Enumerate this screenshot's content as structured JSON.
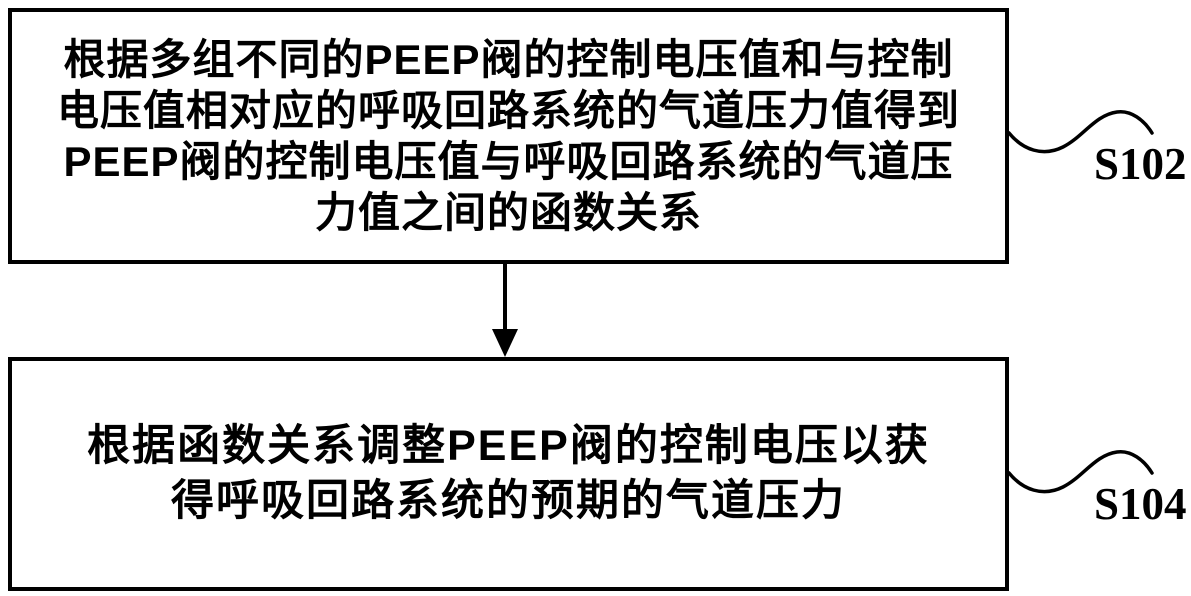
{
  "figure": {
    "type": "flowchart",
    "colors": {
      "background": "#ffffff",
      "stroke": "#000000",
      "text": "#000000"
    },
    "steps": [
      {
        "label": "S102",
        "full_text": "根据多组不同的PEEP阀的控制电压值和与控制电压值相对应的呼吸回路系统的气道压力值得到PEEP阀的控制电压值与呼吸回路系统的气道压力值之间的函数关系",
        "lines": [
          "根据多组不同的PEEP阀的控制电压值和与控制",
          "电压值相对应的呼吸回路系统的气道压力值得到",
          "PEEP阀的控制电压值与呼吸回路系统的气道压",
          "力值之间的函数关系"
        ]
      },
      {
        "label": "S104",
        "full_text": "根据函数关系调整PEEP阀的控制电压以获得呼吸回路系统的预期的气道压力",
        "lines": [
          "根据函数关系调整PEEP阀的控制电压以获",
          "得呼吸回路系统的预期的气道压力"
        ]
      }
    ]
  }
}
